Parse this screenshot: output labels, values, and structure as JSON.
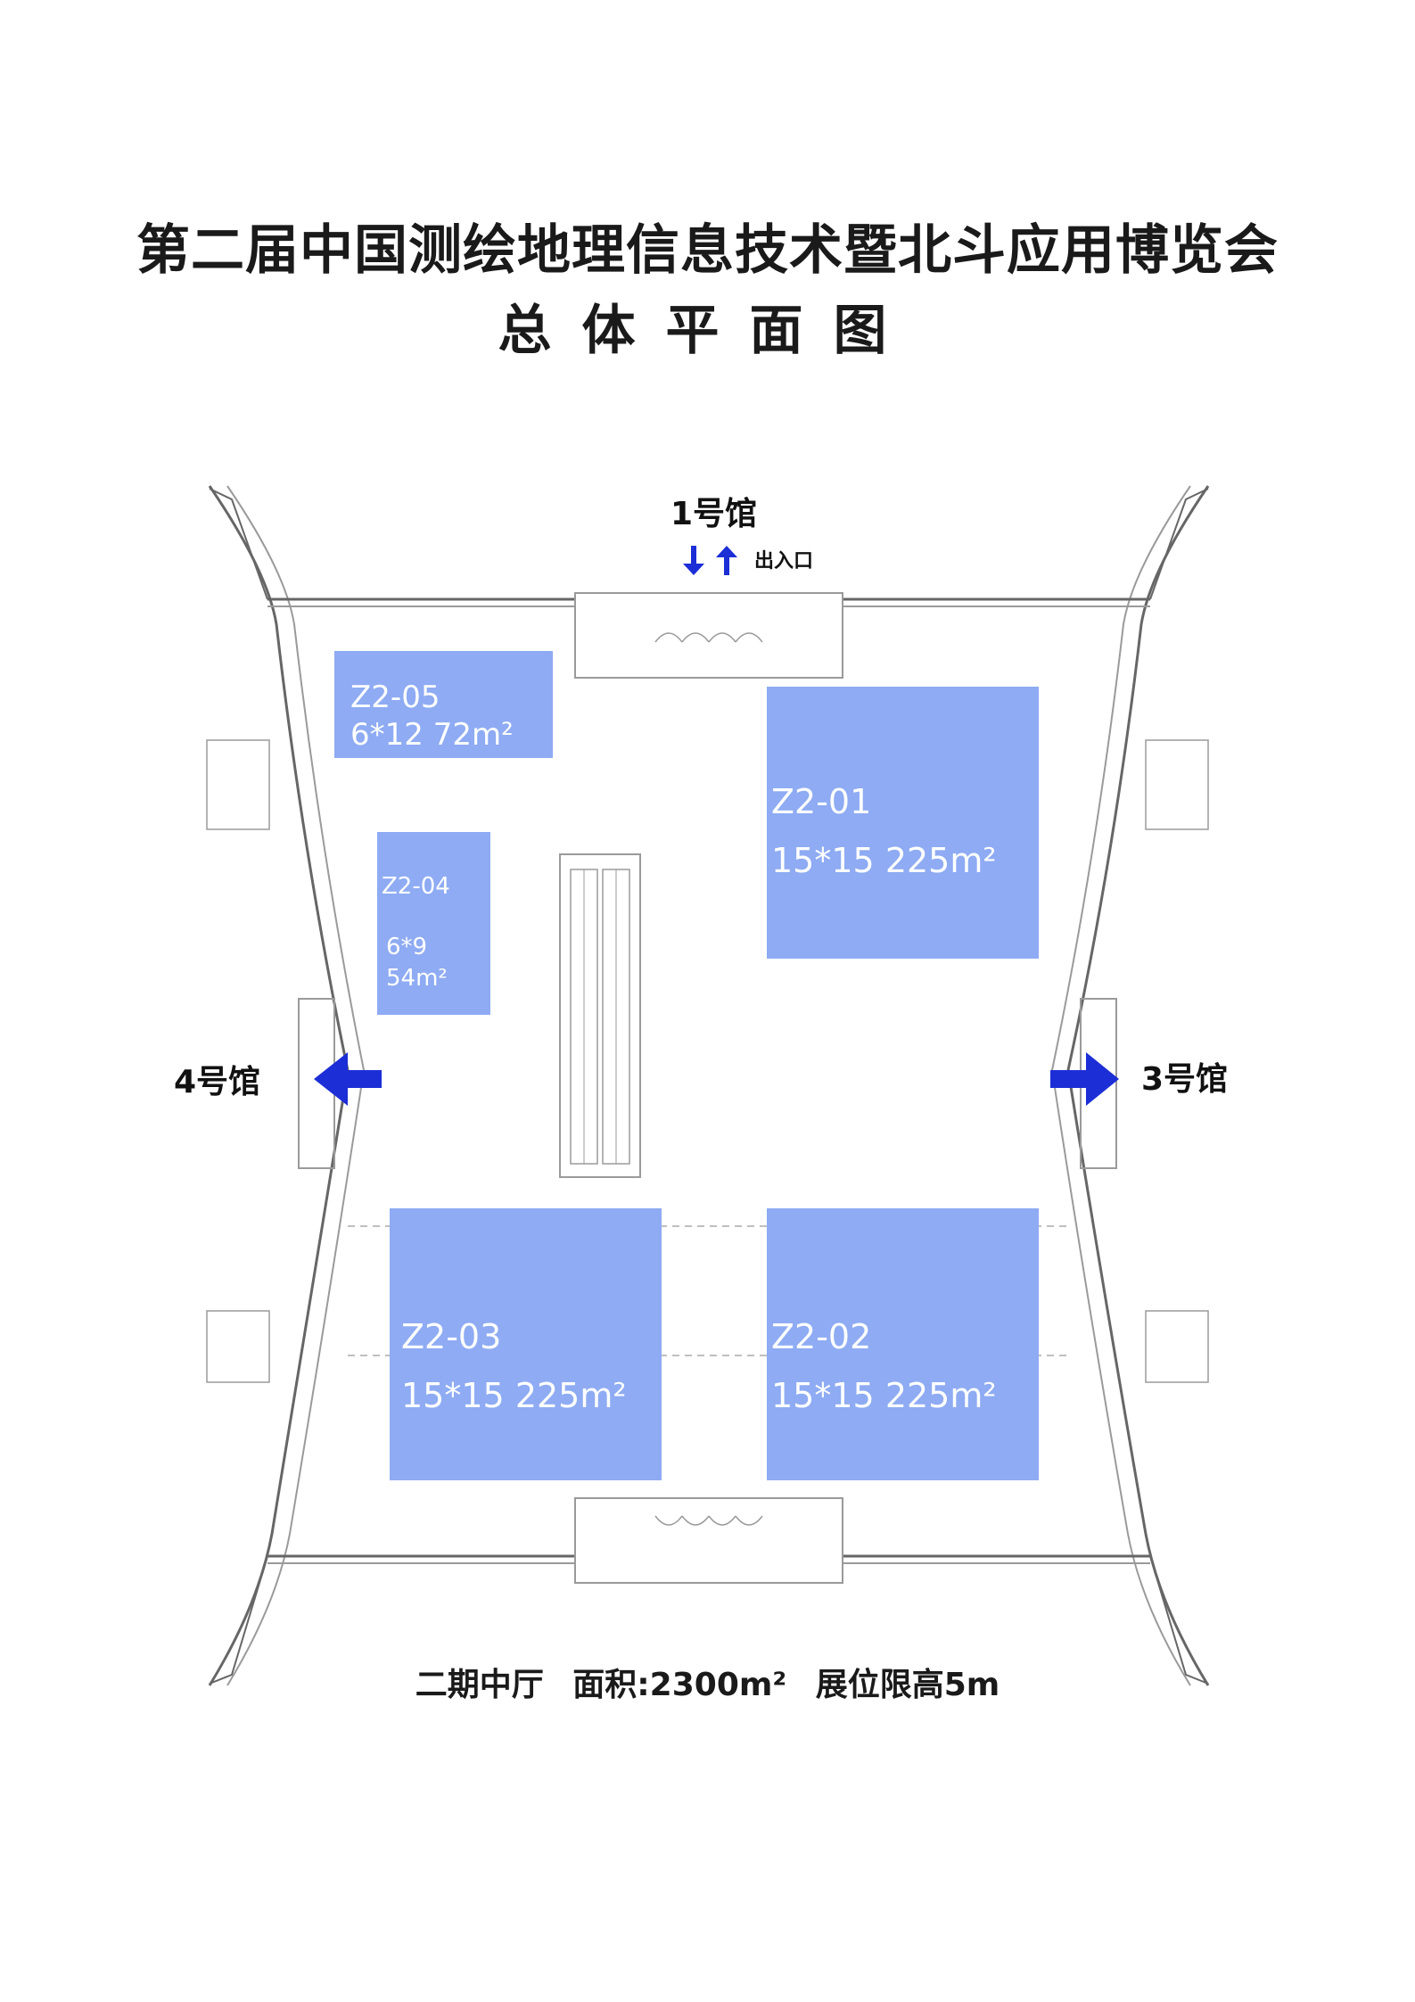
{
  "header": {
    "title": "第二届中国测绘地理信息技术暨北斗应用博览会",
    "subtitle": "总体平面图"
  },
  "halls": {
    "hall1": "1号馆",
    "hall3": "3号馆",
    "hall4": "4号馆",
    "entrance": "出入口"
  },
  "booths": [
    {
      "id": "Z2-05",
      "size": "6*12",
      "area": "72m²"
    },
    {
      "id": "Z2-01",
      "size": "15*15",
      "area": "225m²"
    },
    {
      "id": "Z2-04",
      "size": "6*9",
      "area": "54m²"
    },
    {
      "id": "Z2-03",
      "size": "15*15",
      "area": "225m²"
    },
    {
      "id": "Z2-02",
      "size": "15*15",
      "area": "225m²"
    }
  ],
  "footer": {
    "hall_name": "二期中厅",
    "area": "面积:2300m²",
    "height_limit": "展位限高5m"
  },
  "colors": {
    "booth_fill": "#8eabf3",
    "arrow": "#1c2ed6"
  }
}
